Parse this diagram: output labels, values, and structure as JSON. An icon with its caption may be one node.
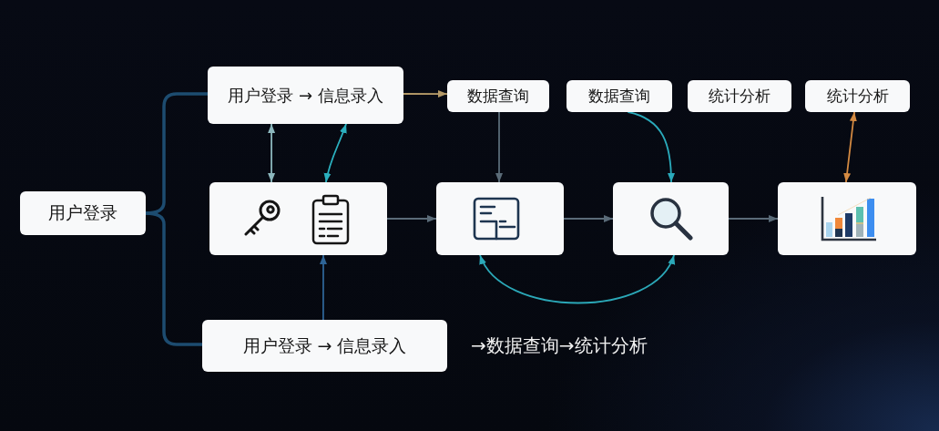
{
  "diagram": {
    "nodes": [
      {
        "text": [
          "用户登录 → 信息录入"
        ]
      },
      {
        "text": [
          "数据查询"
        ]
      },
      {
        "text": [
          "数据查询"
        ]
      },
      {
        "text": [
          "统计分析"
        ]
      },
      {
        "text": [
          "统计分析"
        ]
      },
      {
        "text": [
          "用户登录"
        ]
      },
      {
        "text": [],
        "shape": "picture"
      },
      {
        "text": [],
        "shape": "picture"
      },
      {
        "text": [],
        "shape": "picture"
      },
      {
        "text": [],
        "shape": "picture"
      },
      {
        "text": [
          "用户登录 → 信息录入"
        ]
      }
    ],
    "edges": [
      {
        "from": 0,
        "to": 1,
        "arrow": "to",
        "color": "#b59a68"
      },
      {
        "from": 0,
        "to": 6,
        "arrow": "both",
        "color": "#8cb7bd"
      },
      {
        "from": 0,
        "to": 6,
        "arrow": "both",
        "color": "#2bb0bf"
      },
      {
        "from": 1,
        "to": 7,
        "arrow": "to"
      },
      {
        "from": 2,
        "to": 8,
        "arrow": "to",
        "color": "#2aaabb"
      },
      {
        "from": 4,
        "to": 9,
        "arrow": "both",
        "color": "#d48a42"
      },
      {
        "from": 6,
        "to": 7,
        "arrow": "to"
      },
      {
        "from": 7,
        "to": 8,
        "arrow": "to"
      },
      {
        "from": 8,
        "to": 9,
        "arrow": "to"
      },
      {
        "from": 7,
        "to": 8,
        "arrow": "both",
        "color": "#2ba8b8"
      },
      {
        "from": 10,
        "to": 6,
        "arrow": "to",
        "color": "#2e6496"
      },
      {
        "from": 5,
        "to": 0,
        "arrow": "none",
        "style": "thick",
        "color": "#1d4c70"
      },
      {
        "from": 5,
        "to": 10,
        "arrow": "none",
        "style": "thick",
        "color": "#1d4c70"
      }
    ],
    "labels": [
      "→数据查询→统计分析"
    ]
  }
}
